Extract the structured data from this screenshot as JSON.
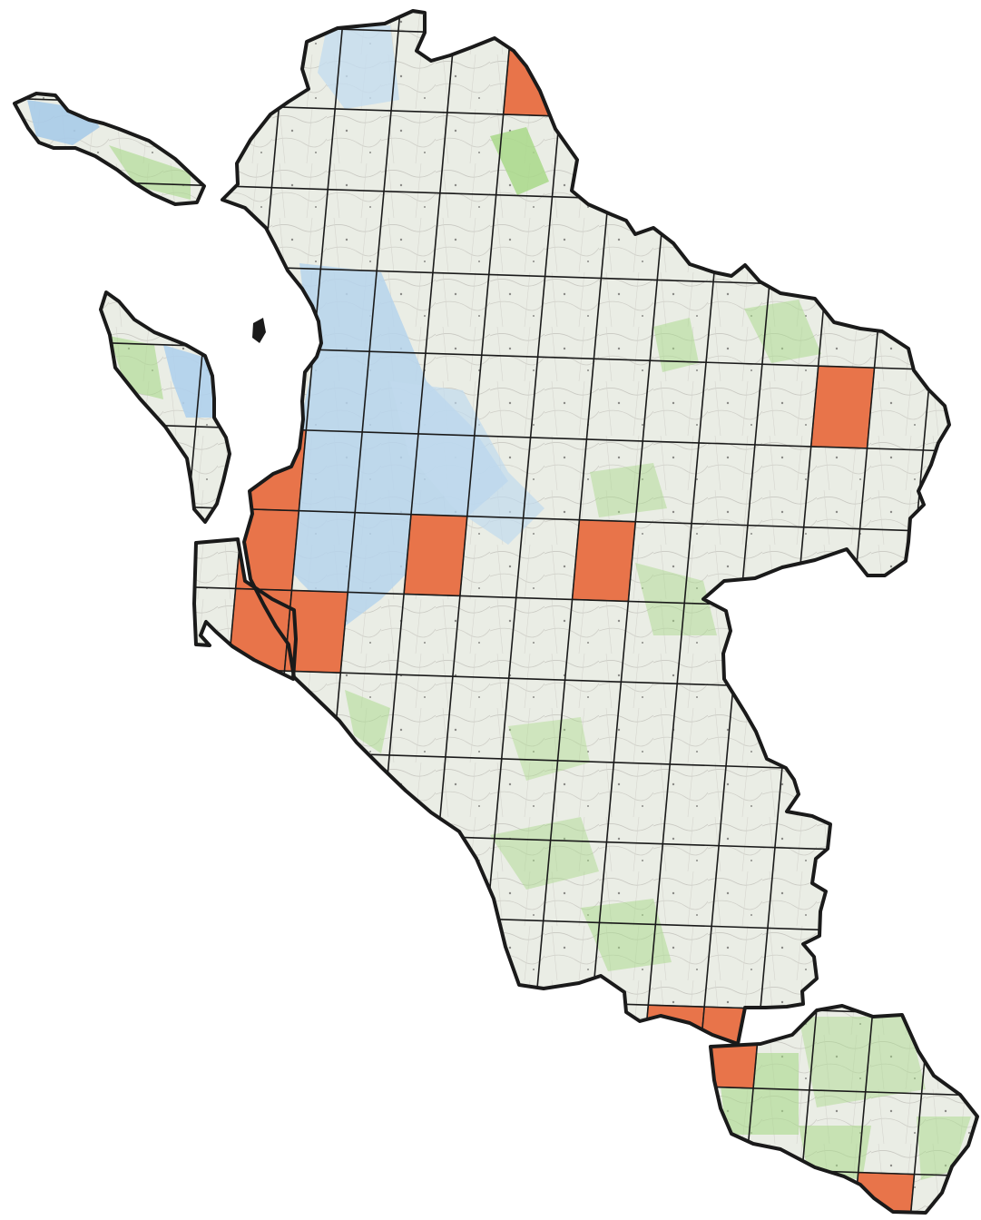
{
  "map": {
    "type": "grid-coverage-map",
    "legend": [],
    "colors": {
      "highlight": "#e8744a",
      "land": "#e9ece4",
      "vegetation": "#a9d98a",
      "water": "#b9d6ec",
      "outline": "#1a1a1a",
      "background": "#ffffff"
    },
    "grid": {
      "columns": 16,
      "rows": 14,
      "highlighted_tile_count": 13
    }
  }
}
